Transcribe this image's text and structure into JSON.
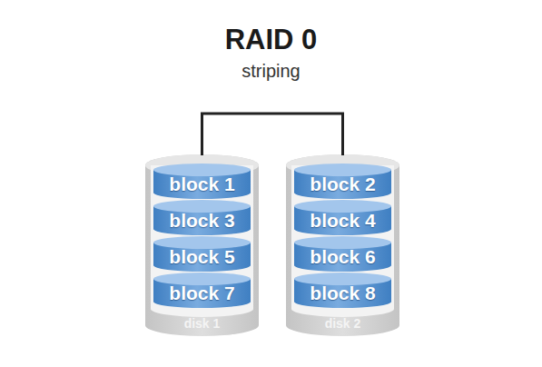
{
  "diagram": {
    "title": "RAID 0",
    "nodes": [
      {
        "text": [
          "disk 1"
        ]
      },
      {
        "text": [
          "block 1"
        ],
        "in": 0
      },
      {
        "text": [
          "block 3"
        ],
        "in": 0
      },
      {
        "text": [
          "block 5"
        ],
        "in": 0
      },
      {
        "text": [
          "block 7"
        ],
        "in": 0
      },
      {
        "text": [
          "disk 2"
        ]
      },
      {
        "text": [
          "block 2"
        ],
        "in": 5
      },
      {
        "text": [
          "block 4"
        ],
        "in": 5
      },
      {
        "text": [
          "block 6"
        ],
        "in": 5
      },
      {
        "text": [
          "block 8"
        ],
        "in": 5
      }
    ],
    "edges": [
      {
        "from": 0,
        "to": 5,
        "arrow": "none"
      }
    ],
    "labels": [
      "striping"
    ]
  }
}
